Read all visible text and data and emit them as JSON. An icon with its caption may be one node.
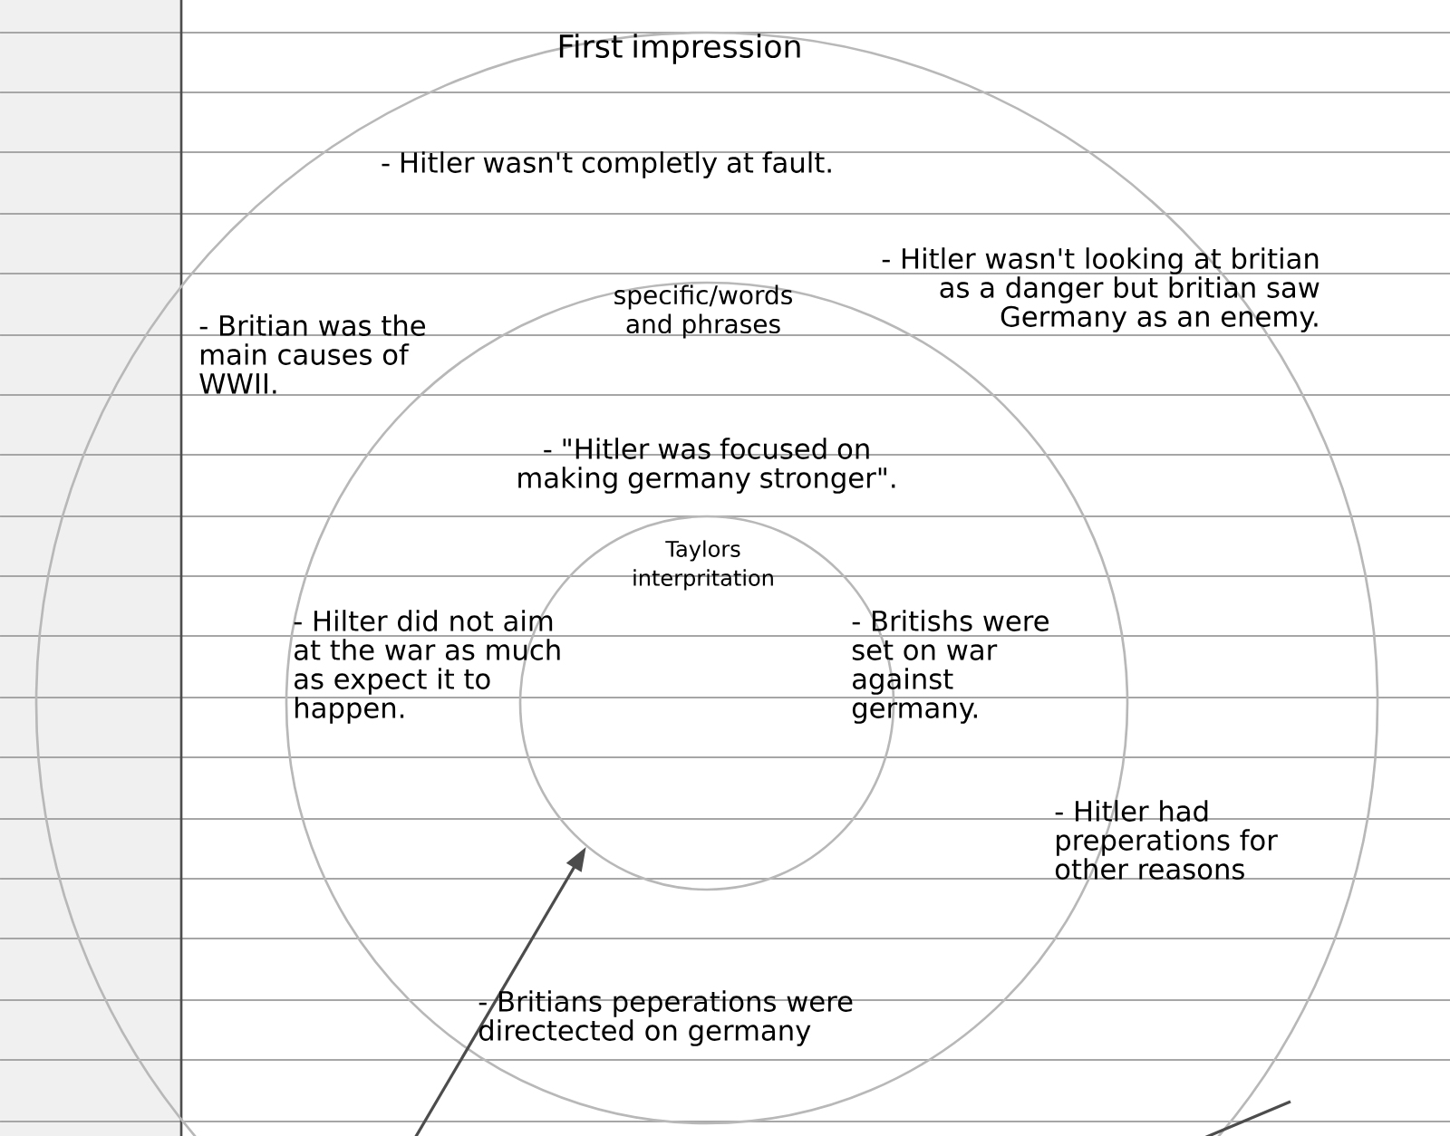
{
  "diagram": {
    "nodes": [
      {
        "text": [
          "First impression"
        ]
      },
      {
        "text": [
          "specific/words and phrases"
        ],
        "in": 0
      },
      {
        "text": [
          "Taylors interpritation"
        ],
        "in": 1
      }
    ],
    "edges": [
      {
        "from": null,
        "to": 2,
        "arrow": "to"
      }
    ],
    "labels": [
      "- Hitler wasn't completly at fault.",
      "- Hitler wasn't looking at britian as a danger but britian saw Germany as an enemy.",
      "- Britian was the main causes of WWII.",
      "- \"Hitler was focused on making germany stronger\".",
      "- Hilter did not aim at the war as much as expect it to happen.",
      "- Britishs were set on war against germany.",
      "- Hitler had preperations for other reasons",
      "- Britians peperations were directected on germany"
    ]
  }
}
